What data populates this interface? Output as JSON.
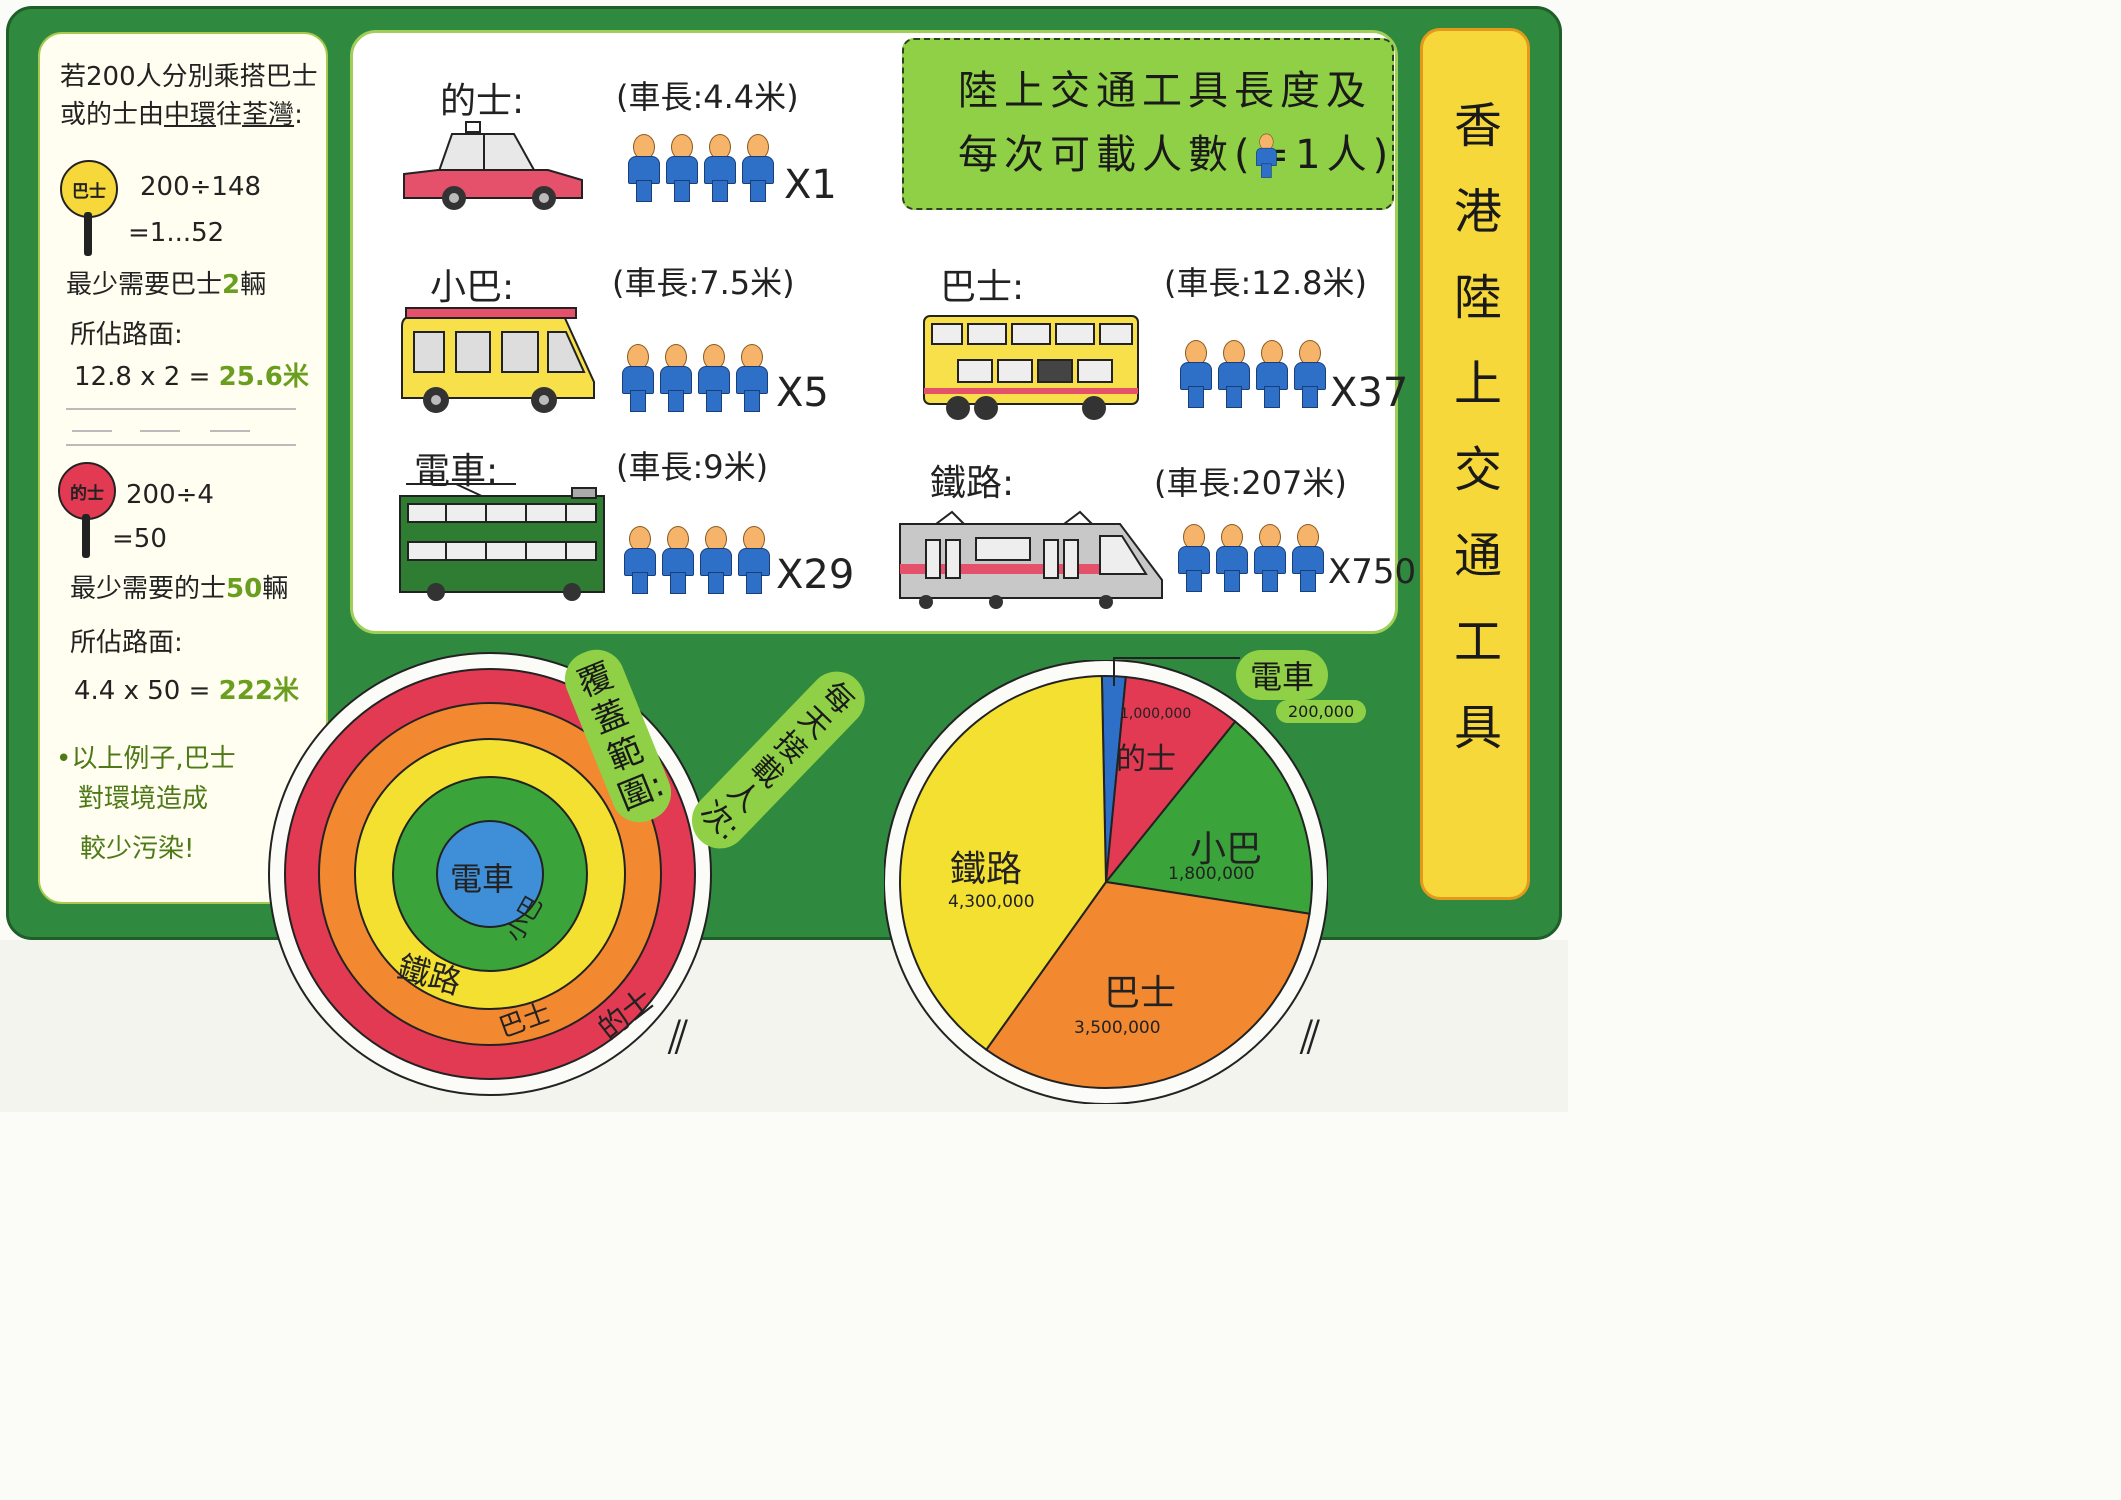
{
  "title_vertical": [
    "香",
    "港",
    "陸",
    "上",
    "交",
    "通",
    "工",
    "具"
  ],
  "title_box": {
    "line1": "陸上交通工具長度及",
    "line2_pre": "每次可載人數(",
    "line2_post": "=1人)"
  },
  "left_panel": {
    "intro_line1": "若200人分別乘搭巴士",
    "intro_line2_a": "或的士由",
    "intro_line2_b": "中環",
    "intro_line2_c": "往",
    "intro_line2_d": "荃灣",
    "intro_line2_e": ":",
    "bus_sign": "巴士",
    "bus_calc1": "200÷148",
    "bus_calc2": "=1...52",
    "bus_min_pre": "最少需要巴士",
    "bus_min_num": "2",
    "bus_min_post": "輛",
    "bus_road_label": "所佔路面:",
    "bus_road_calc": "12.8 x 2 =",
    "bus_road_result": "25.6米",
    "taxi_sign": "的士",
    "taxi_calc1": "200÷4",
    "taxi_calc2": "=50",
    "taxi_min_pre": "最少需要的士",
    "taxi_min_num": "50",
    "taxi_min_post": "輛",
    "taxi_road_label": "所佔路面:",
    "taxi_road_calc": "4.4 x 50 =",
    "taxi_road_result": "222米",
    "conclusion_line1": "•以上例子,巴士",
    "conclusion_line2": "對環境造成",
    "conclusion_line3": "較少污染!"
  },
  "vehicles": {
    "taxi": {
      "name": "的士:",
      "length": "(車長:4.4米)",
      "multiplier": "X1"
    },
    "minibus": {
      "name": "小巴:",
      "length": "(車長:7.5米)",
      "multiplier": "X5"
    },
    "bus": {
      "name": "巴士:",
      "length": "(車長:12.8米)",
      "multiplier": "X37"
    },
    "tram": {
      "name": "電車:",
      "length": "(車長:9米)",
      "multiplier": "X29"
    },
    "rail": {
      "name": "鐵路:",
      "length": "(車長:207米)",
      "multiplier": "X750"
    }
  },
  "coverage": {
    "label": "覆蓋範圍:",
    "rings_outer_to_inner": [
      "的士",
      "巴士",
      "鐵路",
      "小巴",
      "電車"
    ],
    "ring_colors": [
      "#e23a52",
      "#f2882f",
      "#f3e030",
      "#3aa33a",
      "#3f8fd8"
    ]
  },
  "ridership": {
    "label": "每天接載人次:",
    "slices": [
      {
        "name": "電車",
        "value": 200000,
        "value_text": "200,000",
        "color": "#2e6fc7"
      },
      {
        "name": "的士",
        "value": 1000000,
        "value_text": "1,000,000",
        "color": "#e23a52"
      },
      {
        "name": "小巴",
        "value": 1800000,
        "value_text": "1,800,000",
        "color": "#3aa33a"
      },
      {
        "name": "巴士",
        "value": 3500000,
        "value_text": "3,500,000",
        "color": "#f2882f"
      },
      {
        "name": "鐵路",
        "value": 4300000,
        "value_text": "4,300,000",
        "color": "#f3e030"
      }
    ]
  },
  "colors": {
    "bus_green": "#2f8a3f",
    "panel_green": "#8fd046",
    "title_yellow": "#f7d83a",
    "person_blue": "#2e6fc7",
    "person_skin": "#f5b46a"
  }
}
